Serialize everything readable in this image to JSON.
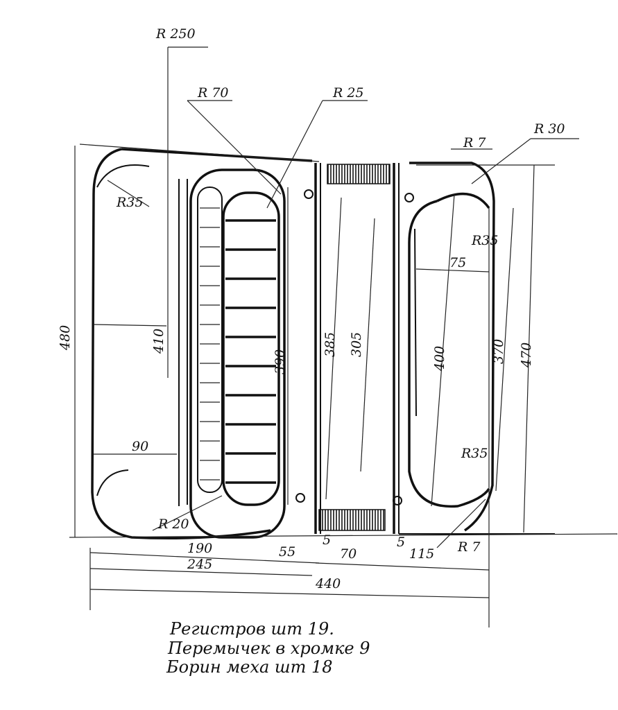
{
  "drawing": {
    "radii": {
      "r250": "R 250",
      "r70": "R 70",
      "r25": "R 25",
      "r30": "R 30",
      "r7_top": "R 7",
      "r35_left": "R35",
      "r35_right_top": "R35",
      "r35_right_bottom": "R35",
      "r20": "R 20",
      "r7_bottom": "R 7"
    },
    "dimensions": {
      "h480": "480",
      "h410": "410",
      "h390": "390",
      "h385": "385",
      "h305": "305",
      "h400": "400",
      "h370": "370",
      "h470": "470",
      "w90": "90",
      "w75": "75",
      "w190": "190",
      "w55": "55",
      "w5a": "5",
      "w70": "70",
      "w5b": "5",
      "w115": "115",
      "w245": "245",
      "w440": "440"
    },
    "notes": [
      "Регистров шт 19.",
      "Перемычек в хромке 9",
      "Борин меха шт 18"
    ]
  }
}
